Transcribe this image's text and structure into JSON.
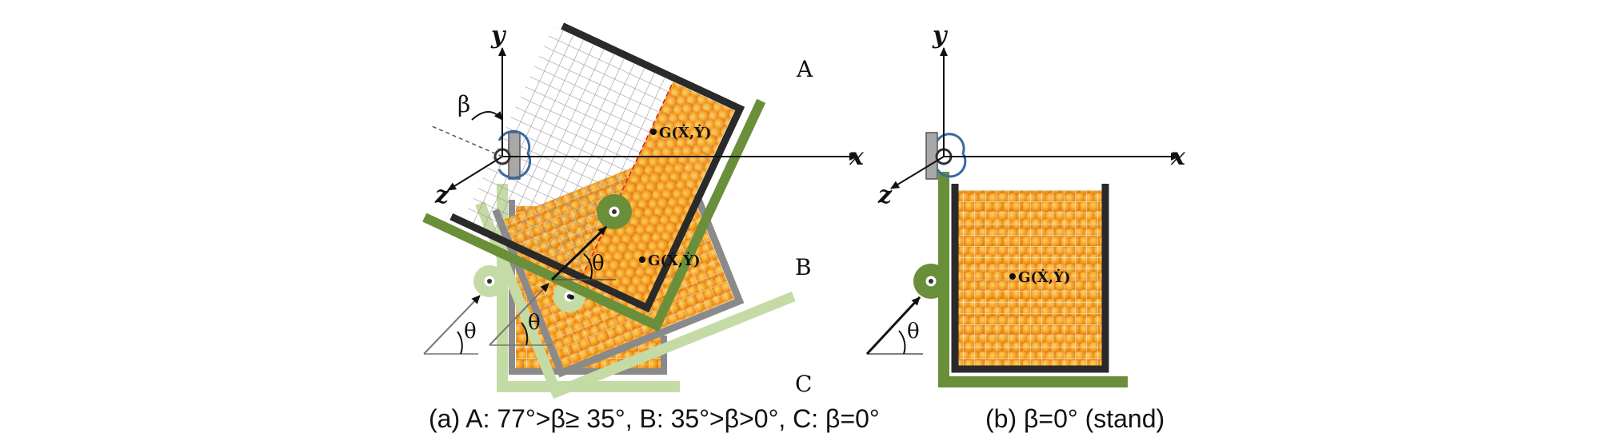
{
  "panel_a": {
    "axis_x": "x",
    "axis_y": "y",
    "axis_z": "z",
    "beta": "β",
    "theta": "θ",
    "label_A": "A",
    "label_B": "B",
    "label_C": "C",
    "g_label": "G(Ẋ,Ẏ)"
  },
  "panel_b": {
    "axis_x": "x",
    "axis_y": "y",
    "axis_z": "z",
    "theta": "θ",
    "g_label": "G(Ẋ,Ẏ)"
  },
  "caption": {
    "part_a": "(a)  A:  77°>β≥ 35°,  B:  35°>β>0°,  C:  β=0°",
    "part_b": "(b)  β=0°  (stand)"
  },
  "colors": {
    "dark_green": "#6a8f3a",
    "light_green": "#c5dba5",
    "gray_frame": "#8a8a8a",
    "black_frame": "#2a2a2a",
    "fill_orange": "#f0a030"
  }
}
